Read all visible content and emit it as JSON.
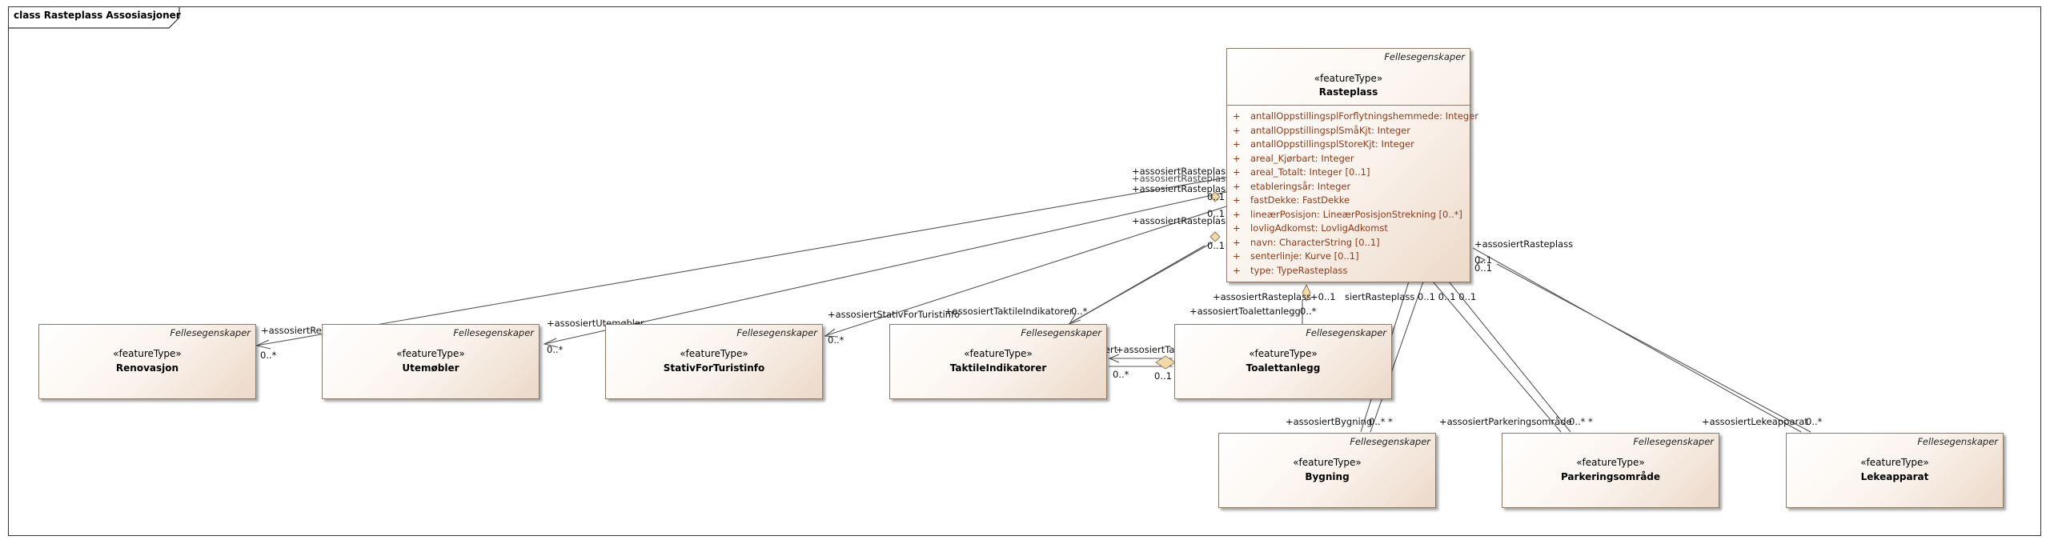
{
  "frame": {
    "title": "class Rasteplass Assosiasjoner"
  },
  "classes": {
    "rasteplass": {
      "package": "Fellesegenskaper",
      "stereotype": "«featureType»",
      "name": "Rasteplass",
      "attributes": [
        {
          "vis": "+",
          "text": "antallOppstillingsplForflytningshemmede: Integer"
        },
        {
          "vis": "+",
          "text": "antallOppstillingsplSmåKjt: Integer"
        },
        {
          "vis": "+",
          "text": "antallOppstillingsplStoreKjt: Integer"
        },
        {
          "vis": "+",
          "text": "areal_Kjørbart: Integer"
        },
        {
          "vis": "+",
          "text": "areal_Totalt: Integer [0..1]"
        },
        {
          "vis": "+",
          "text": "etableringsår: Integer"
        },
        {
          "vis": "+",
          "text": "fastDekke: FastDekke"
        },
        {
          "vis": "+",
          "text": "lineærPosisjon: LineærPosisjonStrekning [0..*]"
        },
        {
          "vis": "+",
          "text": "lovligAdkomst: LovligAdkomst"
        },
        {
          "vis": "+",
          "text": "navn: CharacterString [0..1]"
        },
        {
          "vis": "+",
          "text": "senterlinje: Kurve [0..1]"
        },
        {
          "vis": "+",
          "text": "type: TypeRasteplass"
        }
      ]
    },
    "renovasjon": {
      "package": "Fellesegenskaper",
      "stereotype": "«featureType»",
      "name": "Renovasjon"
    },
    "utemobler": {
      "package": "Fellesegenskaper",
      "stereotype": "«featureType»",
      "name": "Utemøbler"
    },
    "stativ": {
      "package": "Fellesegenskaper",
      "stereotype": "«featureType»",
      "name": "StativForTuristinfo"
    },
    "taktile": {
      "package": "Fellesegenskaper",
      "stereotype": "«featureType»",
      "name": "TaktileIndikatorer"
    },
    "toalett": {
      "package": "Fellesegenskaper",
      "stereotype": "«featureType»",
      "name": "Toalettanlegg"
    },
    "bygning": {
      "package": "Fellesegenskaper",
      "stereotype": "«featureType»",
      "name": "Bygning"
    },
    "parkering": {
      "package": "Fellesegenskaper",
      "stereotype": "«featureType»",
      "name": "Parkeringsområde"
    },
    "lekeapparat": {
      "package": "Fellesegenskaper",
      "stereotype": "«featureType»",
      "name": "Lekeapparat"
    }
  },
  "labels": {
    "r1": "+assosiertRasteplass",
    "r2": "+assosiertRasteplass",
    "r3": "+assosiertRasteplass",
    "r4": "+assosiertRasteplass",
    "r_right": "+assosiertRasteplass",
    "r_toalett": "+assosiertRasteplass",
    "m01_a": "0..1",
    "m01_b": "0..1",
    "m01_c": "0..1",
    "m01_right": "0..1",
    "m01_right2": "0..1",
    "toalett_r_mult": "+0..1",
    "bottom_cluster": "siertRasteplass 0..1 0..1 0..1",
    "renovasjon_role": "+assosiertRenovasjon",
    "renovasjon_mult": "0..*",
    "utemobler_role": "+assosiertUtemøbler",
    "utemobler_mult": "0..*",
    "stativ_role": "+assosiertStativForTuristinfo",
    "stativ_mult": "0..*",
    "taktile_role": "+assosiertTaktileIndikatorer",
    "taktile_mult": "0..*",
    "taktile_self_a": "+assosiert",
    "taktile_self_b": "+assosiertTaktileIndikator",
    "taktile_self_mult1": "0..*",
    "taktile_self_mult2": "0..1",
    "toalett_role": "+assosiertToalettanlegg",
    "toalett_mult": "0..*",
    "bygning_role": "+assosiertBygning",
    "bygning_mult": "0..* *",
    "parkering_role": "+assosiertParkeringsområde",
    "parkering_mult": "0..* *",
    "lekeapparat_role": "+assosiertLekeapparat",
    "lekeapparat_mult": "0..*"
  },
  "colors": {
    "attribute_text": "#8b3a1a",
    "class_border": "#8a7a6a",
    "gradient_light": "#ffffff",
    "gradient_dark": "#ecd9c9",
    "aggregation_diamond": "#f3d9a8"
  }
}
